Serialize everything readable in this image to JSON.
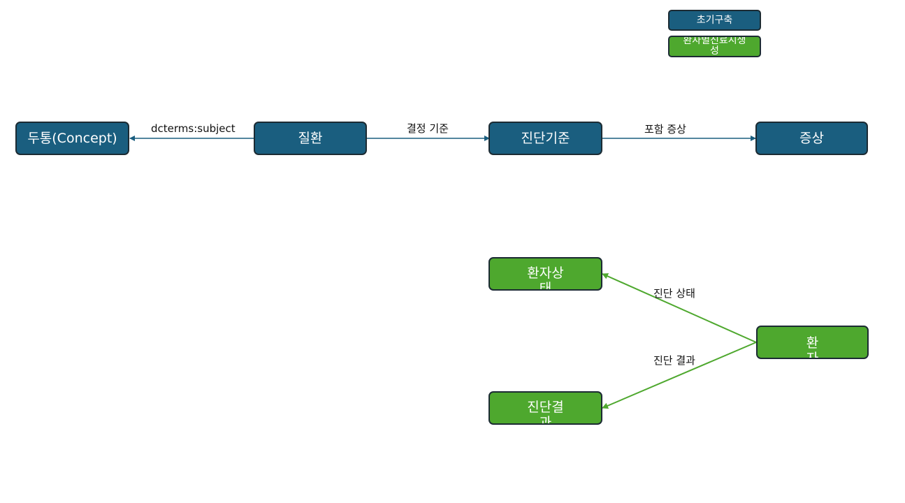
{
  "legend": {
    "initial": "초기구축",
    "patient_specific": "환자별진료시생성"
  },
  "nodes": {
    "headache": "두통(Concept)",
    "disease": "질환",
    "criteria": "진단기준",
    "symptom": "증상",
    "patient_state": "환자상태",
    "diagnosis_result": "진단결과",
    "patient": "환자"
  },
  "edges": {
    "subject": "dcterms:subject",
    "decision": "결정 기준",
    "includes": "포함 증상",
    "diag_state": "진단 상태",
    "diag_result": "진단 결과"
  },
  "colors": {
    "initial": "#1a5e7f",
    "patient_specific": "#4ea82e"
  }
}
